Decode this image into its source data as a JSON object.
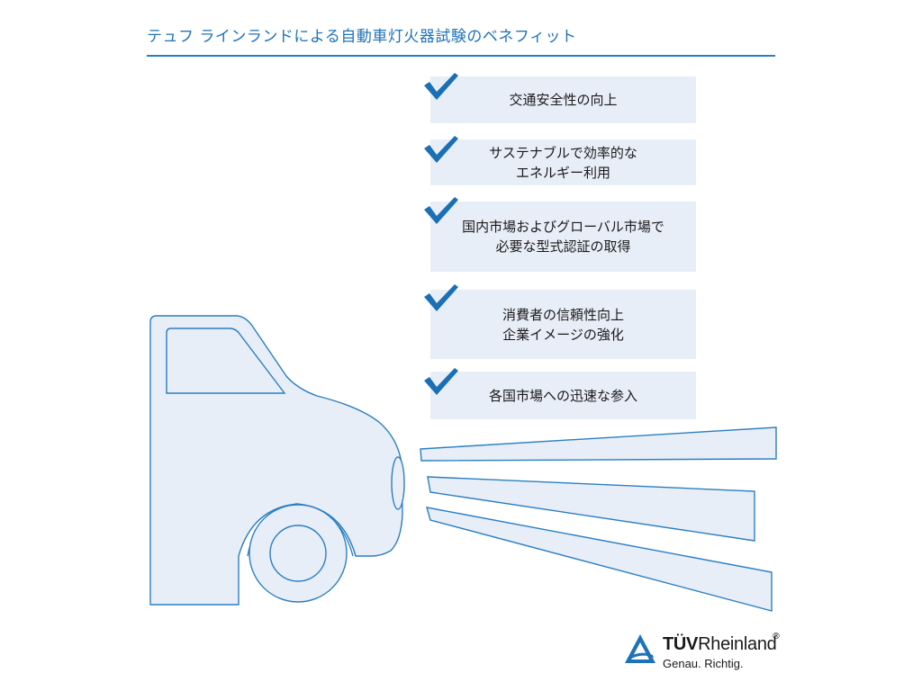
{
  "title": "テュフ ラインランドによる自動車灯火器試験のベネフィット",
  "benefits": [
    {
      "text": "交通安全性の向上"
    },
    {
      "text": "サステナブルで効率的な\nエネルギー利用"
    },
    {
      "text": "国内市場およびグローバル市場で\n必要な型式認証の取得"
    },
    {
      "text": "消費者の信頼性向上\n企業イメージの強化"
    },
    {
      "text": "各国市場への迅速な参入"
    }
  ],
  "logo": {
    "brand_bold": "TÜV",
    "brand_light": "Rheinland",
    "registered": "®",
    "tagline": "Genau. Richtig."
  },
  "colors": {
    "accent": "#1e73b8",
    "line": "#2a7fc2",
    "fill": "#e8eef7",
    "check": "#1a6fb5"
  },
  "icons": {
    "check": "checkmark-icon",
    "logo": "tuv-triangle-icon"
  }
}
